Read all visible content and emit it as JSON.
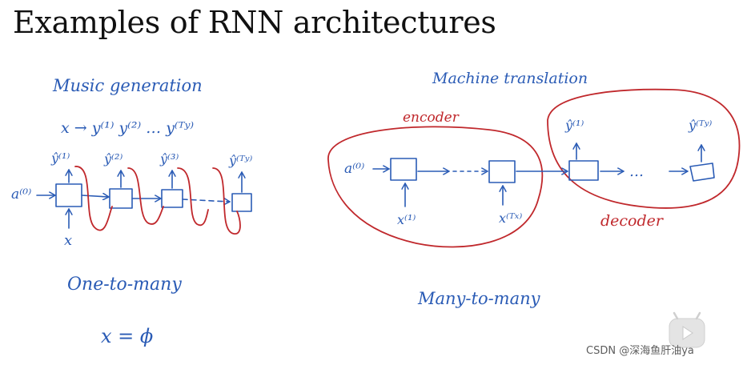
{
  "title": "Examples of RNN architectures",
  "left": {
    "heading": "Music generation",
    "mapping": "x → y⁽¹⁾ y⁽²⁾ … y⁽ᵀʸ⁾",
    "initial_state": "a⁽⁰⁾",
    "outputs": [
      "ŷ⁽¹⁾",
      "ŷ⁽²⁾",
      "ŷ⁽³⁾",
      "ŷ⁽ᵀʸ⁾"
    ],
    "input": "x",
    "type_label": "One-to-many",
    "note": "x = ϕ"
  },
  "right": {
    "heading": "Machine translation",
    "encoder_label": "encoder",
    "decoder_label": "decoder",
    "initial_state": "a⁽⁰⁾",
    "inputs": [
      "x⁽¹⁾",
      "x⁽ᵀˣ⁾"
    ],
    "outputs": [
      "ŷ⁽¹⁾",
      "ŷ⁽ᵀʸ⁾"
    ],
    "ellipsis": "…",
    "type_label": "Many-to-many"
  },
  "watermark": "CSDN @深海鱼肝油ya",
  "colors": {
    "ink": "#2a5bb5",
    "annotation": "#c0282c"
  }
}
